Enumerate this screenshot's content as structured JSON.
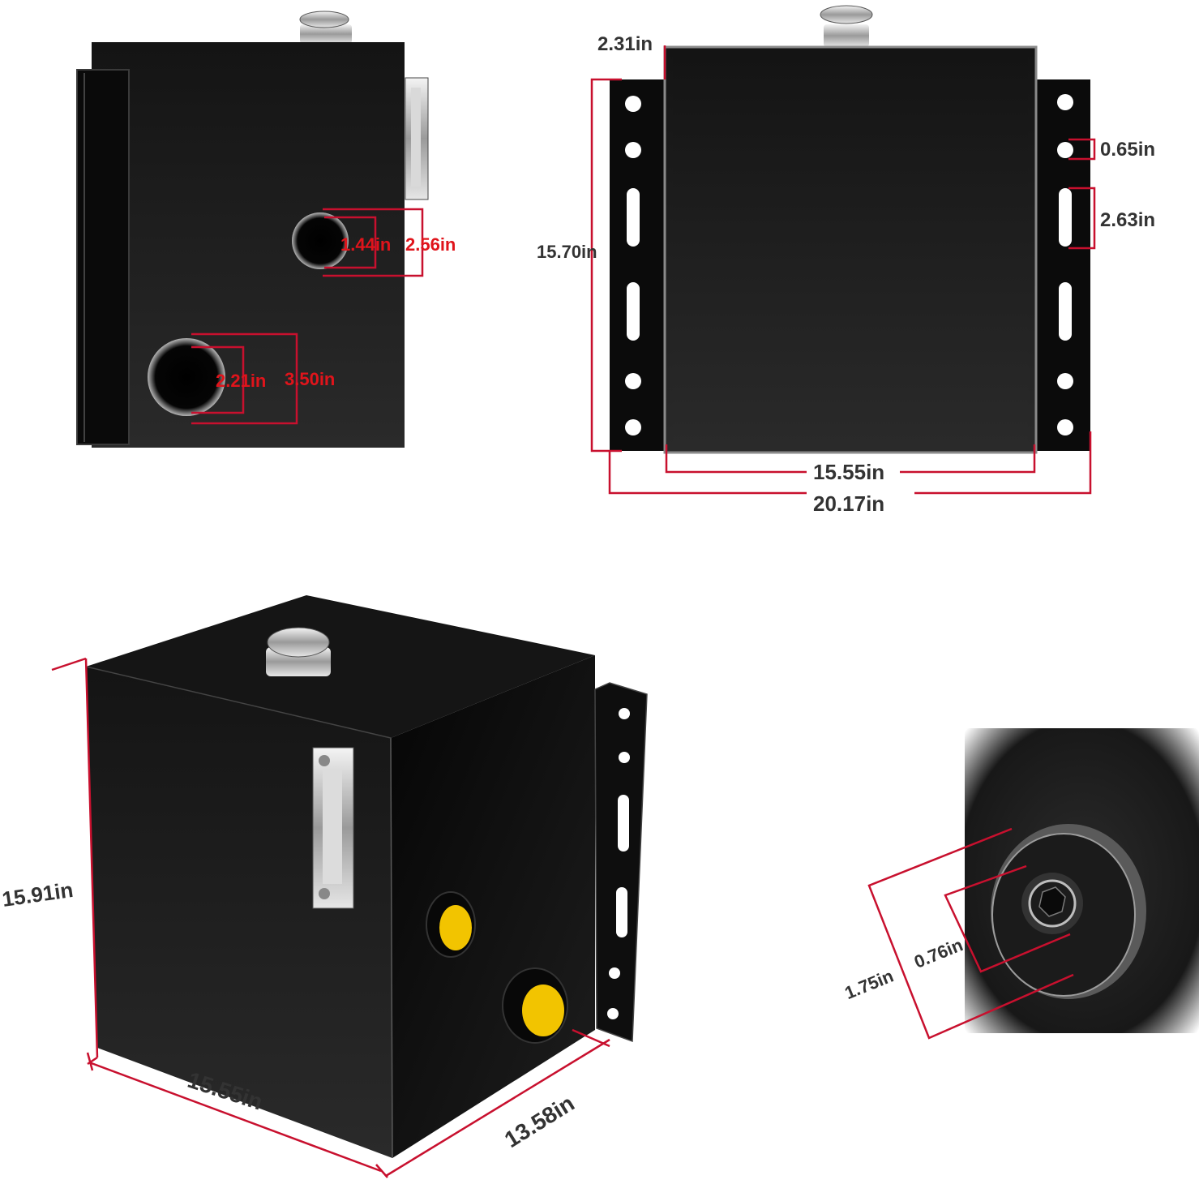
{
  "views": {
    "side": {
      "inner_port_small": "1.44in",
      "outer_port_small": "2.56in",
      "inner_port_large": "2.21in",
      "outer_port_large": "3.50in"
    },
    "front": {
      "flange_width": "2.31in",
      "height": "15.70in",
      "hole_diameter": "0.65in",
      "slot_length": "2.63in",
      "body_width": "15.55in",
      "overall_width": "20.17in"
    },
    "iso": {
      "height": "15.91in",
      "width": "15.55in",
      "depth": "13.58in"
    },
    "detail": {
      "outer_diameter": "1.75in",
      "inner_diameter": "0.76in"
    }
  },
  "colors": {
    "tank": "#0d0d0d",
    "dimension_line": "#c8102e",
    "dimension_text_red": "#e0141b",
    "dimension_text_dark": "#333333",
    "plug": "#f2c400"
  }
}
